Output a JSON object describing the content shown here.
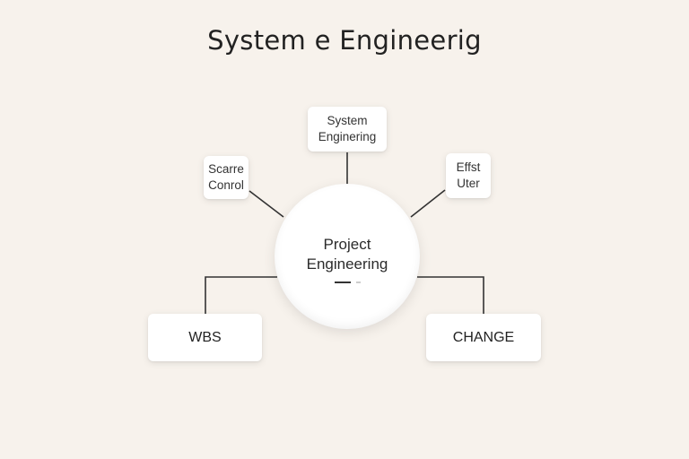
{
  "title": "System e Engineerig",
  "hub": {
    "label_line1": "Project",
    "label_line2": "Engineering"
  },
  "nodes": {
    "top": "System\nEnginering",
    "left": "Scarre\nConrol",
    "right": "Effst\nUter",
    "bottom_left": "WBS",
    "bottom_right": "CHANGE"
  },
  "colors": {
    "background": "#f7f2ec",
    "node_fill": "#ffffff",
    "connector": "#333333"
  }
}
